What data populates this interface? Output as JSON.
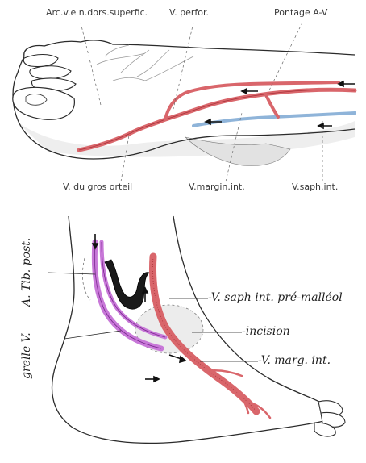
{
  "figures": {
    "top": {
      "labels": {
        "arc": "Arc.v.e n.dors.superfic.",
        "perfor": "V. perfor.",
        "pontage": "Pontage A-V",
        "gros_orteil": "V. du gros orteil",
        "margin_int": "V.margin.int.",
        "saph_int": "V.saph.int."
      }
    },
    "bottom": {
      "labels": {
        "tib_post": "A. Tib. post.",
        "grelle": "grelle V.",
        "saph_pre": "-V. saph int. pré-malléol",
        "incision": "-incision",
        "marg_int": "-V. marg. int."
      }
    }
  },
  "colors": {
    "outline": "#2b2b2b",
    "artery_red": "#d9666b",
    "artery_dark": "#a8323a",
    "vein_blue": "#8fb4d9",
    "vein_purple": "#c878d8",
    "vein_purple_dark": "#7a2a8f",
    "shadow": "#e6e6e6"
  }
}
